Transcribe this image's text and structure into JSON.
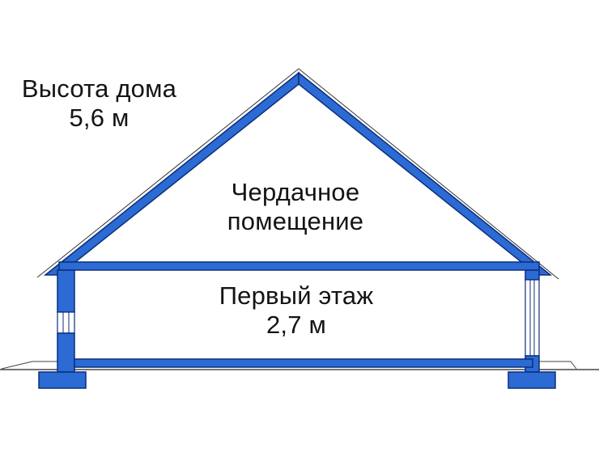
{
  "colors": {
    "structure_fill": "#2b6bd3",
    "structure_stroke": "#0c2d7e",
    "ground_line": "#222222",
    "text": "#141414",
    "background": "#ffffff"
  },
  "labels": {
    "house_height": {
      "line1": "Высота дома",
      "line2": "5,6 м"
    },
    "attic": {
      "line1": "Чердачное",
      "line2": "помещение"
    },
    "first_floor": {
      "line1": "Первый этаж",
      "line2": "2,7 м"
    }
  }
}
